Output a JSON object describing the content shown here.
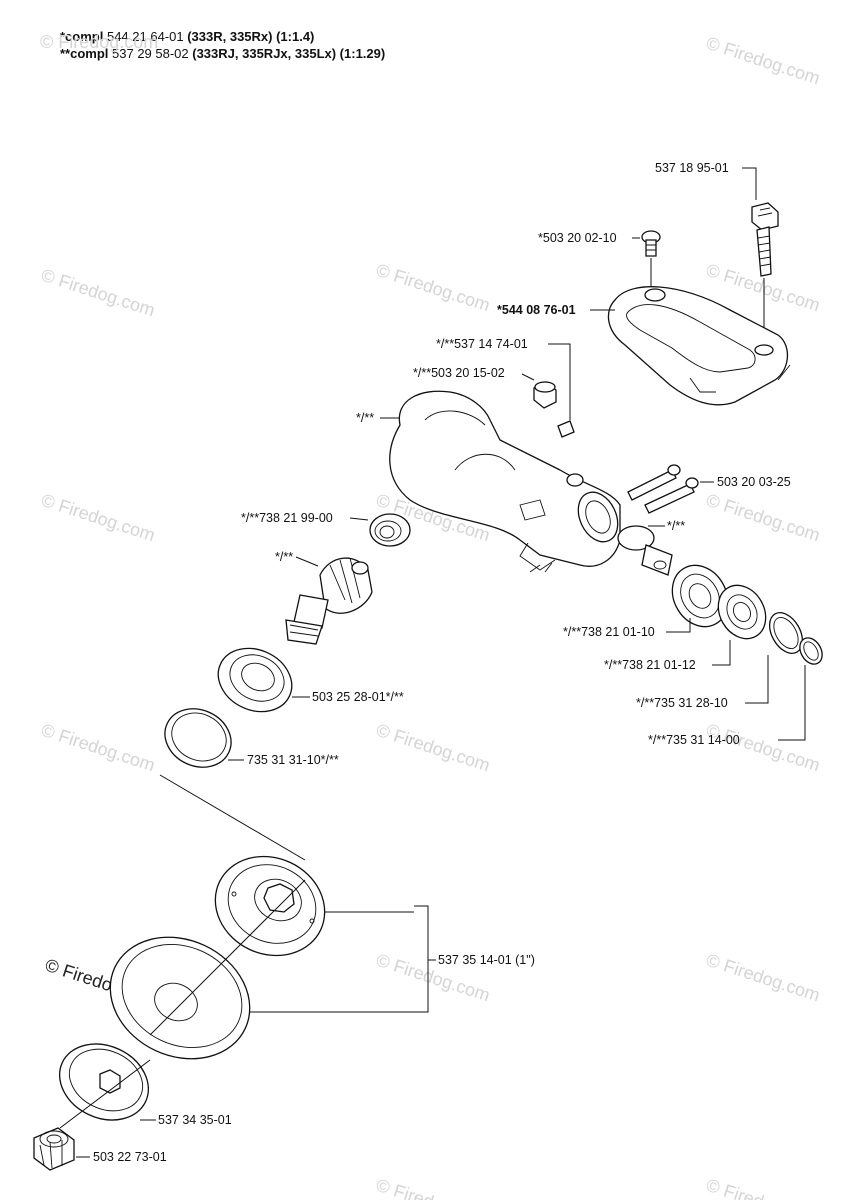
{
  "header": {
    "line1_prefix": "*compl ",
    "line1_num": "544 21 64-01 ",
    "line1_bold": "(333R, 335Rx) (1:1.4)",
    "line2_prefix": "**compl ",
    "line2_num": "537 29 58-02 ",
    "line2_bold": "(333RJ, 335RJx, 335Lx) (1:1.29)"
  },
  "labels": {
    "p537189501": "537 18 95-01",
    "p503200210": "*503 20 02-10",
    "p544087601": "*544 08 76-01",
    "p537147401": "*/**537 14 74-01",
    "p503201502": "*/**503 20 15-02",
    "housing": "*/**",
    "p503200325": "503 20 03-25",
    "p738219900": "*/**738 21 99-00",
    "bevel_gear": "*/**",
    "pinion": "*/**",
    "p738210110": "*/**738 21 01-10",
    "p738210112": "*/**738 21 01-12",
    "p735312810": "*/**735 31 28-10",
    "p735311400": "*/**735 31 14-00",
    "p503252801": "503 25 28-01*/**",
    "p735313110": "735 31 31-10*/**",
    "p537351401": "537 35 14-01 (1\")",
    "p537343501": "537 34 35-01",
    "p503227301": "503 22 73-01"
  },
  "watermark": {
    "text": "© Firedog.com",
    "text_dark": "© Firedog.com"
  },
  "colors": {
    "ink": "#111111",
    "watermark": "#d4d4d4",
    "paper": "#ffffff"
  }
}
